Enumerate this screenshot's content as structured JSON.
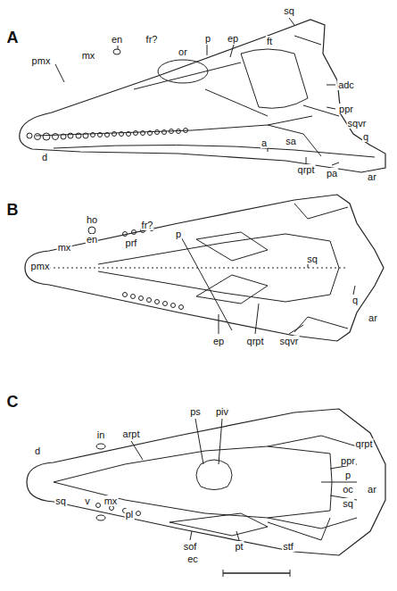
{
  "diagram": {
    "labels": [
      "A",
      "pmx",
      "mx",
      "en",
      "fr?",
      "or",
      "p",
      "ep",
      "ft",
      "sq",
      "adc",
      "ppr",
      "sqvr",
      "q",
      "d",
      "a",
      "sa",
      "qrpt",
      "pa",
      "ar",
      "B",
      "ho",
      "en",
      "fr?",
      "p",
      "mx",
      "pmx",
      "prf",
      "sq",
      "q",
      "ar",
      "ep",
      "qrpt",
      "sqvr",
      "C",
      "d",
      "in",
      "arpt",
      "ps",
      "piv",
      "ppr",
      "qrpt",
      "p",
      "oc",
      "sq",
      "sq",
      "v",
      "mx",
      "pl",
      "sof",
      "ec",
      "pt",
      "stf",
      "ar"
    ]
  }
}
